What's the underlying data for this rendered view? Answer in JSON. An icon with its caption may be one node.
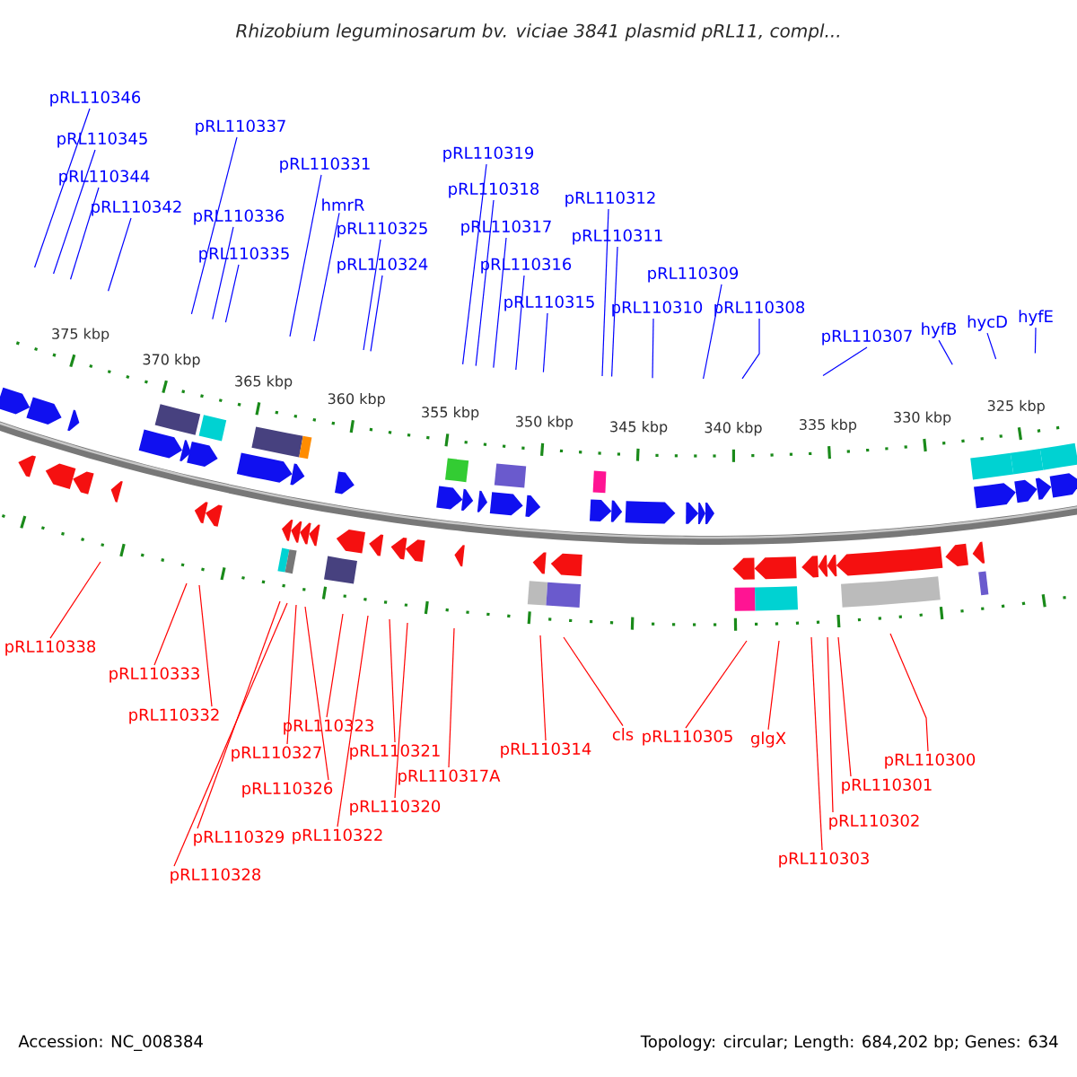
{
  "diagram": {
    "title": "Rhizobium leguminosarum bv. viciae 3841 plasmid pRL11, compl...",
    "nodes": [
      {
        "text": [
          "pRL110346"
        ]
      },
      {
        "text": [
          "pRL110345"
        ]
      },
      {
        "text": [
          "pRL110344"
        ]
      },
      {
        "text": [
          "pRL110342"
        ]
      },
      {
        "text": [
          "pRL110337"
        ]
      },
      {
        "text": [
          "pRL110336"
        ]
      },
      {
        "text": [
          "pRL110335"
        ]
      },
      {
        "text": [
          "pRL110331"
        ]
      },
      {
        "text": [
          "hmrR"
        ]
      },
      {
        "text": [
          "pRL110325"
        ]
      },
      {
        "text": [
          "pRL110324"
        ]
      },
      {
        "text": [
          "pRL110319"
        ]
      },
      {
        "text": [
          "pRL110318"
        ]
      },
      {
        "text": [
          "pRL110317"
        ]
      },
      {
        "text": [
          "pRL110316"
        ]
      },
      {
        "text": [
          "pRL110315"
        ]
      },
      {
        "text": [
          "pRL110312"
        ]
      },
      {
        "text": [
          "pRL110311"
        ]
      },
      {
        "text": [
          "pRL110309"
        ]
      },
      {
        "text": [
          "pRL110310"
        ]
      },
      {
        "text": [
          "pRL110308"
        ]
      },
      {
        "text": [
          "pRL110307"
        ]
      },
      {
        "text": [
          "hyfB"
        ]
      },
      {
        "text": [
          "hycD"
        ]
      },
      {
        "text": [
          "hyfE"
        ]
      },
      {
        "text": [
          "pRL110338"
        ]
      },
      {
        "text": [
          "pRL110333"
        ]
      },
      {
        "text": [
          "pRL110332"
        ]
      },
      {
        "text": [
          "pRL110327"
        ]
      },
      {
        "text": [
          "pRL110326"
        ]
      },
      {
        "text": [
          "pRL110329"
        ]
      },
      {
        "text": [
          "pRL110328"
        ]
      },
      {
        "text": [
          "pRL110323"
        ]
      },
      {
        "text": [
          "pRL110321"
        ]
      },
      {
        "text": [
          "pRL110322"
        ]
      },
      {
        "text": [
          "pRL110320"
        ]
      },
      {
        "text": [
          "pRL110317A"
        ]
      },
      {
        "text": [
          "pRL110314"
        ]
      },
      {
        "text": [
          "cls"
        ]
      },
      {
        "text": [
          "pRL110305"
        ]
      },
      {
        "text": [
          "glgX"
        ]
      },
      {
        "text": [
          "pRL110303"
        ]
      },
      {
        "text": [
          "pRL110302"
        ]
      },
      {
        "text": [
          "pRL110301"
        ]
      },
      {
        "text": [
          "pRL110300"
        ]
      }
    ],
    "edges": [
      {
        "from": 0,
        "to": null,
        "arrow": "none",
        "color": "#0000ff"
      },
      {
        "from": 1,
        "to": null,
        "arrow": "none",
        "color": "#0000ff"
      },
      {
        "from": 2,
        "to": null,
        "arrow": "none",
        "color": "#0000ff"
      },
      {
        "from": 3,
        "to": null,
        "arrow": "none",
        "color": "#0000ff"
      },
      {
        "from": 4,
        "to": null,
        "arrow": "none",
        "color": "#0000ff"
      },
      {
        "from": 5,
        "to": null,
        "arrow": "none",
        "color": "#0000ff"
      },
      {
        "from": 6,
        "to": null,
        "arrow": "none",
        "color": "#0000ff"
      },
      {
        "from": 7,
        "to": null,
        "arrow": "none",
        "color": "#0000ff"
      },
      {
        "from": 8,
        "to": null,
        "arrow": "none",
        "color": "#0000ff"
      },
      {
        "from": 9,
        "to": null,
        "arrow": "none",
        "color": "#0000ff"
      },
      {
        "from": 10,
        "to": null,
        "arrow": "none",
        "color": "#0000ff"
      },
      {
        "from": 11,
        "to": null,
        "arrow": "none",
        "color": "#0000ff"
      },
      {
        "from": 12,
        "to": null,
        "arrow": "none",
        "color": "#0000ff"
      },
      {
        "from": 13,
        "to": null,
        "arrow": "none",
        "color": "#0000ff"
      },
      {
        "from": 14,
        "to": null,
        "arrow": "none",
        "color": "#0000ff"
      },
      {
        "from": 15,
        "to": null,
        "arrow": "none",
        "color": "#0000ff"
      },
      {
        "from": 16,
        "to": null,
        "arrow": "none",
        "color": "#0000ff"
      },
      {
        "from": 17,
        "to": null,
        "arrow": "none",
        "color": "#0000ff"
      },
      {
        "from": 18,
        "to": null,
        "arrow": "none",
        "color": "#0000ff"
      },
      {
        "from": 19,
        "to": null,
        "arrow": "none",
        "color": "#0000ff"
      },
      {
        "from": 20,
        "to": null,
        "arrow": "none",
        "color": "#0000ff"
      },
      {
        "from": 21,
        "to": null,
        "arrow": "none",
        "color": "#0000ff"
      },
      {
        "from": 22,
        "to": null,
        "arrow": "none",
        "color": "#0000ff"
      },
      {
        "from": 23,
        "to": null,
        "arrow": "none",
        "color": "#0000ff"
      },
      {
        "from": 24,
        "to": null,
        "arrow": "none",
        "color": "#0000ff"
      },
      {
        "from": 25,
        "to": null,
        "arrow": "none",
        "color": "#ff0000"
      },
      {
        "from": 26,
        "to": null,
        "arrow": "none",
        "color": "#ff0000"
      },
      {
        "from": 27,
        "to": null,
        "arrow": "none",
        "color": "#ff0000"
      },
      {
        "from": 28,
        "to": null,
        "arrow": "none",
        "color": "#ff0000"
      },
      {
        "from": 29,
        "to": null,
        "arrow": "none",
        "color": "#ff0000"
      },
      {
        "from": 30,
        "to": null,
        "arrow": "none",
        "color": "#ff0000"
      },
      {
        "from": 31,
        "to": null,
        "arrow": "none",
        "color": "#ff0000"
      },
      {
        "from": 32,
        "to": null,
        "arrow": "none",
        "color": "#ff0000"
      },
      {
        "from": 33,
        "to": null,
        "arrow": "none",
        "color": "#ff0000"
      },
      {
        "from": 34,
        "to": null,
        "arrow": "none",
        "color": "#ff0000"
      },
      {
        "from": 35,
        "to": null,
        "arrow": "none",
        "color": "#ff0000"
      },
      {
        "from": 36,
        "to": null,
        "arrow": "none",
        "color": "#ff0000"
      },
      {
        "from": 37,
        "to": null,
        "arrow": "none",
        "color": "#ff0000"
      },
      {
        "from": 38,
        "to": null,
        "arrow": "none",
        "color": "#ff0000"
      },
      {
        "from": 39,
        "to": null,
        "arrow": "none",
        "color": "#ff0000"
      },
      {
        "from": 40,
        "to": null,
        "arrow": "none",
        "color": "#ff0000"
      },
      {
        "from": 41,
        "to": null,
        "arrow": "none",
        "color": "#ff0000"
      },
      {
        "from": 42,
        "to": null,
        "arrow": "none",
        "color": "#ff0000"
      },
      {
        "from": 43,
        "to": null,
        "arrow": "none",
        "color": "#ff0000"
      },
      {
        "from": 44,
        "to": null,
        "arrow": "none",
        "color": "#ff0000"
      }
    ],
    "labels": [
      "375 kbp",
      "370 kbp",
      "365 kbp",
      "360 kbp",
      "355 kbp",
      "350 kbp",
      "345 kbp",
      "340 kbp",
      "335 kbp",
      "330 kbp",
      "325 kbp",
      "Accession: NC_008384",
      "Topology: circular; Length: 684,202 bp; Genes: 634"
    ]
  }
}
